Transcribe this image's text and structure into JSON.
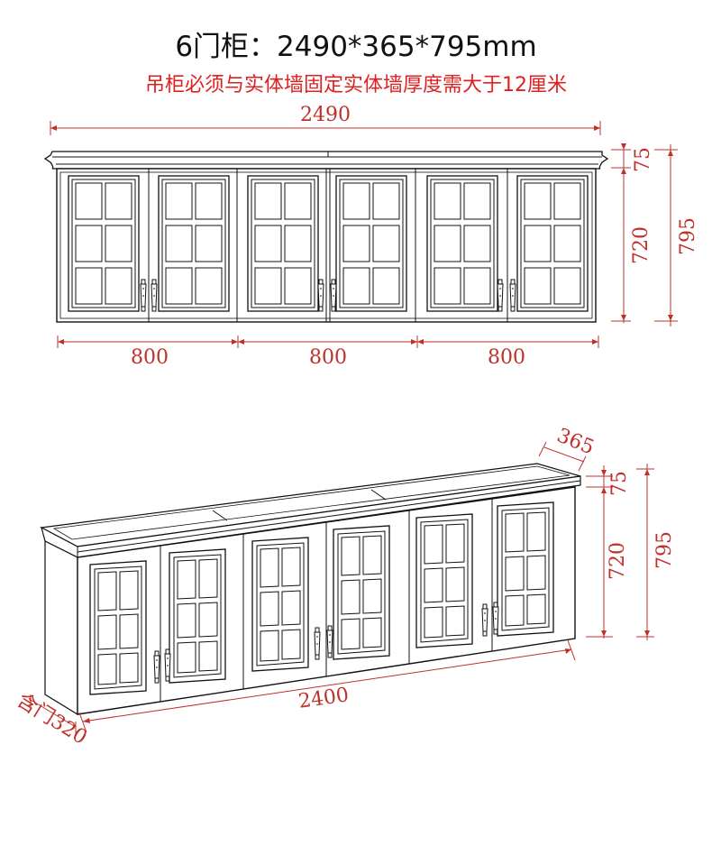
{
  "title": "6门柜：2490*365*795mm",
  "note": "吊柜必须与实体墙固定实体墙厚度需大于12厘米",
  "front": {
    "width_total": "2490",
    "segments": [
      "800",
      "800",
      "800"
    ],
    "top_molding": "75",
    "body_height": "720",
    "total_height": "795"
  },
  "iso": {
    "depth": "365",
    "top_molding": "75",
    "body_height": "720",
    "total_height": "795",
    "width": "2400",
    "door_depth_label": "含门320"
  }
}
